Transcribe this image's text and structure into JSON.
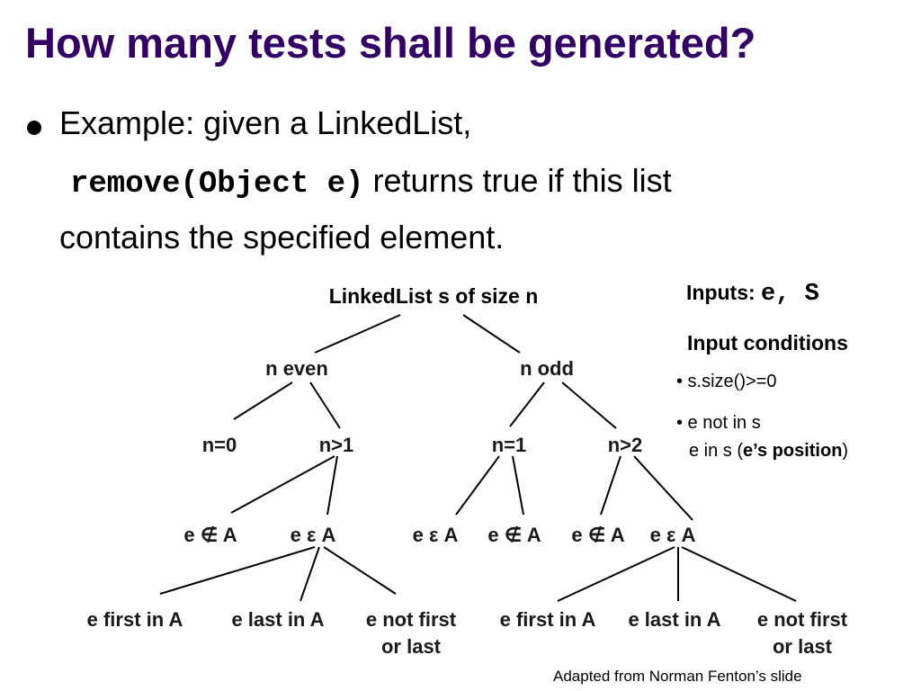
{
  "title": "How many tests shall be generated?",
  "bullet": {
    "line1": "Example: given a LinkedList,",
    "code": "remove(Object e)",
    "line2_rest": "returns true if this list",
    "line3": "contains the specified element."
  },
  "tree": {
    "root": "LinkedList s of size n",
    "level1": {
      "even": "n even",
      "odd": "n odd"
    },
    "level2": {
      "n0": "n=0",
      "ngt1_even": "n>1",
      "n1": "n=1",
      "ngt2": "n>2"
    },
    "level3": {
      "not_in_a": "e ∉ A",
      "in_a": "e ε A"
    },
    "level4": {
      "first": "e first in A",
      "last": "e last in A",
      "not_first": "e not first",
      "or_last": "or last"
    }
  },
  "side": {
    "inputs_label": "Inputs:",
    "inputs_vars": "e, S",
    "conditions_title": "Input conditions",
    "cond1": "• s.size()>=0",
    "cond2": "• e not in s",
    "cond3_pre": "e in s (",
    "cond3_bold": "e’s position",
    "cond3_post": ")"
  },
  "credit": "Adapted from Norman Fenton’s slide"
}
